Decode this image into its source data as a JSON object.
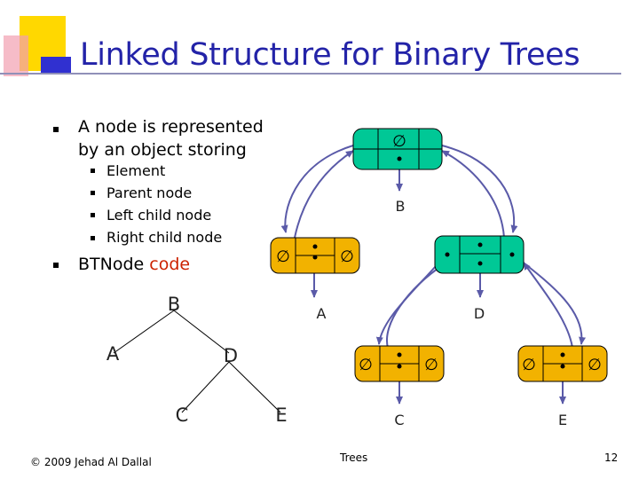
{
  "slide": {
    "title": "Linked Structure for Binary Trees",
    "page_number": "12",
    "footer_left": "© 2009 Jehad Al Dallal",
    "footer_center": "Trees"
  },
  "bullets": {
    "main1": [
      "A node is represented",
      "by an object storing"
    ],
    "sub": [
      "Element",
      "Parent node",
      "Left child node",
      "Right child node"
    ],
    "main2_text": "BTNode ",
    "main2_link": "code"
  },
  "tree": {
    "nodes": [
      "B",
      "A",
      "D",
      "C",
      "E"
    ]
  },
  "linked": {
    "null_symbol": "∅",
    "labels": [
      "B",
      "A",
      "D",
      "C",
      "E"
    ]
  },
  "colors": {
    "title": "#2323a8",
    "teal_node": "#00c896",
    "gold_node": "#f2b200",
    "arrow": "#5a5aa8",
    "link_text": "#cc2200",
    "deco_yellow": "#ffd800",
    "deco_blue": "#3030d0",
    "deco_pink": "#f2a0b0"
  }
}
